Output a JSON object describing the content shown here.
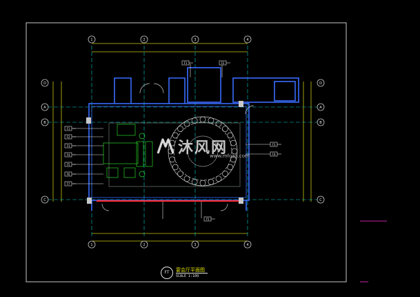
{
  "colors": {
    "background": "#000000",
    "frame": "#c8c8c8",
    "wall": "#3a6cff",
    "dim_line": "#c8c814",
    "grid_line": "#00d0d0",
    "furniture": "#2ad42a",
    "accent_red": "#ff2a2a",
    "tag": "#e6e6e6",
    "label_yellow": "#e0e000",
    "label_magenta": "#ff33cc",
    "watermark": "#d8d8d8"
  },
  "grid": {
    "top_labels": [
      "1",
      "2",
      "3",
      "4"
    ],
    "bottom_labels": [
      "1",
      "2",
      "3",
      "4"
    ],
    "left_labels": [
      "A",
      "B",
      "C",
      "D"
    ],
    "right_labels": [
      "A",
      "B",
      "C",
      "D"
    ]
  },
  "tags": {
    "left_stack": [
      "F1",
      "F2",
      "F3",
      "F4",
      "F5",
      "F6",
      "F7"
    ],
    "top_left": "F1",
    "top_mid": "F2",
    "right_a": "F3",
    "right_b": "F4",
    "bottom_mid": "F5"
  },
  "title_block": {
    "symbol": "FT",
    "title": "宴会厅平面图",
    "subtitle": "SCALE 1:100"
  },
  "watermark": {
    "brand": "沐风网",
    "url": "www.mfcad.com"
  },
  "icons": {
    "logo": "mf-logo-icon",
    "grid_bubble": "circle-icon"
  }
}
